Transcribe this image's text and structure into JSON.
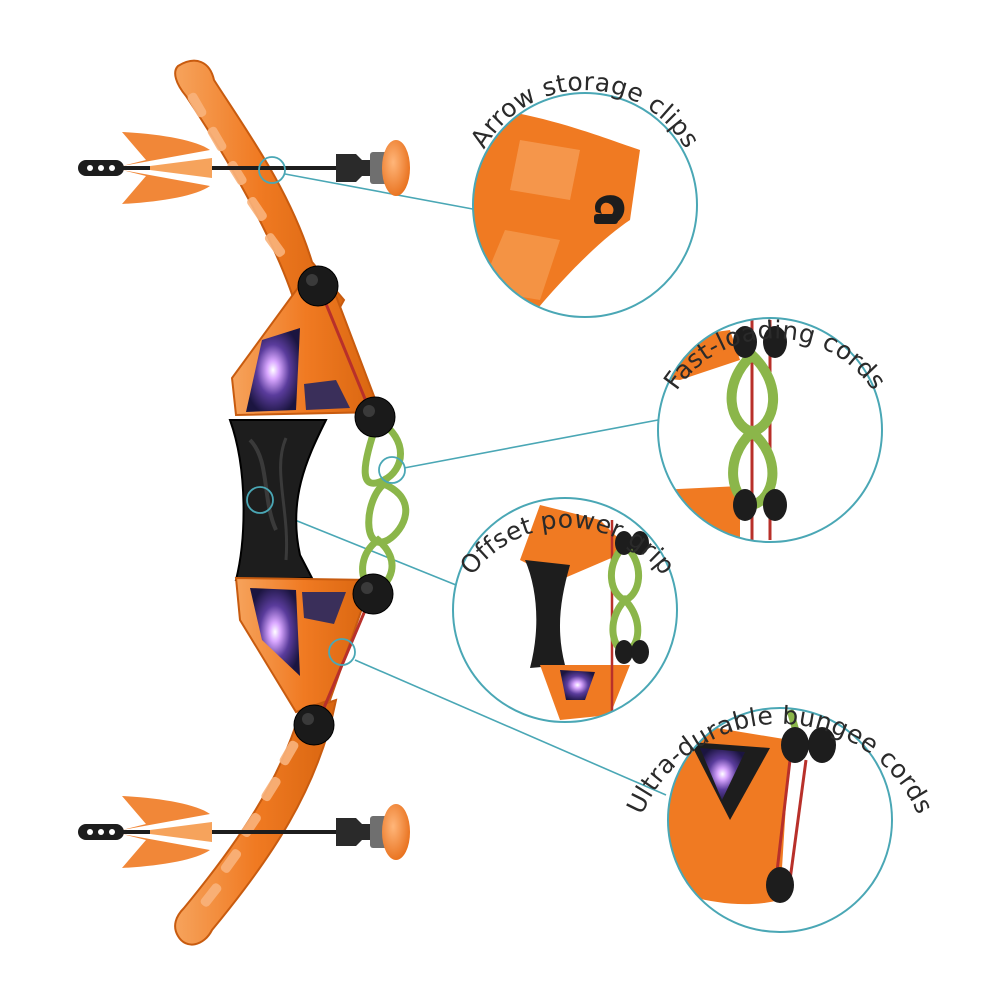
{
  "callouts": [
    {
      "id": "arrow-storage-clips",
      "label": "Arrow storage clips"
    },
    {
      "id": "fast-loading-cords",
      "label": "Fast-loading cords"
    },
    {
      "id": "offset-power-grip",
      "label": "Offset power grip"
    },
    {
      "id": "ultra-durable-bungee-cords",
      "label": "Ultra-durable bungee cords"
    }
  ],
  "colors": {
    "bow_orange": "#f07a22",
    "bow_orange_light": "#f6a35c",
    "bow_orange_dark": "#c85b0f",
    "grip_black": "#1d1d1d",
    "cord_green": "#8bb64a",
    "cord_red": "#b8302a",
    "accent_teal": "#4aa7b5",
    "galaxy_purple": "#5a3c9c",
    "suction_grey": "#6f6f6f"
  },
  "icons": [
    "bow-illustration",
    "arrow-illustration",
    "suction-cup-icon",
    "magnifier-circle"
  ]
}
